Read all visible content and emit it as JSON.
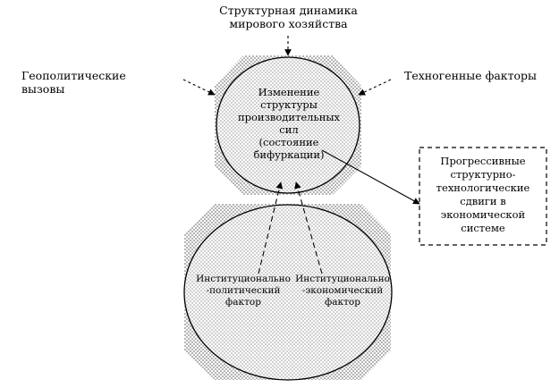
{
  "labels": {
    "top": "Структурная динамика\nмирового хозяйства",
    "left": "Геополитические вызовы",
    "right": "Техногенные факторы",
    "center": "Изменение\nструктуры\nпроизводительных\nсил\n(состояние\nбифуркации)",
    "box": "Прогрессивные\nструктурно-\nтехнологические\nсдвиги в\nэкономической\nсистеме",
    "institutional_political": "Институционально\n-политический\nфактор",
    "institutional_economic": "Институционально\n-экономический\nфактор"
  },
  "colors": {
    "dots_fill": "#c2c2c2",
    "ellipse_fill": "#dedede",
    "stroke": "#000000"
  }
}
